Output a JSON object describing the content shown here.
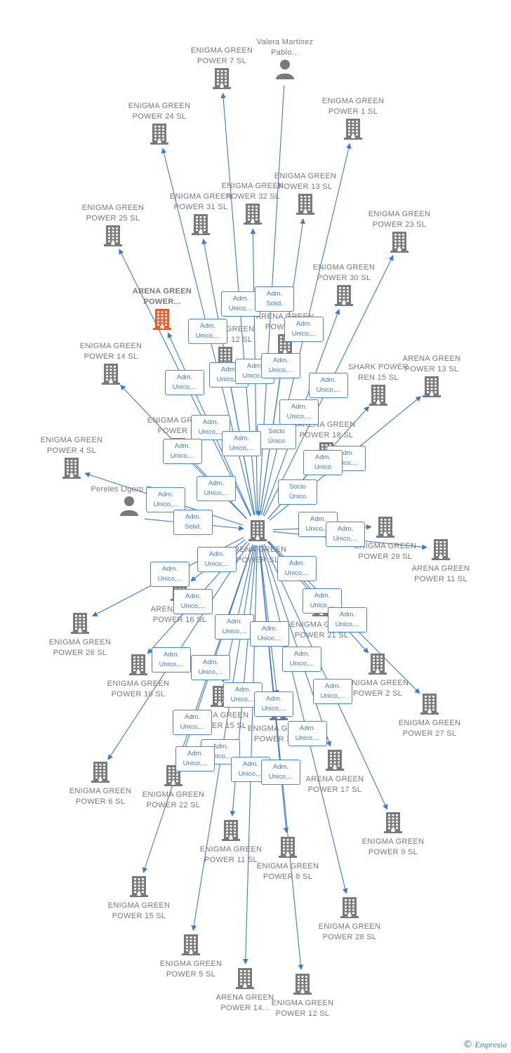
{
  "colors": {
    "edge": "#3a7bd5",
    "building": "#7a7a7a",
    "focus": "#f05a2a",
    "person": "#7a7a7a"
  },
  "center": {
    "label": "ARENA GREEN POWER SL"
  },
  "nodes": [
    {
      "id": "n1",
      "label": "ENIGMA GREEN POWER 7  SL",
      "type": "company"
    },
    {
      "id": "n2",
      "label": "Valera Martinez Pablo...",
      "type": "person"
    },
    {
      "id": "n3",
      "label": "ENIGMA GREEN POWER 24  SL",
      "type": "company"
    },
    {
      "id": "n4",
      "label": "ENIGMA GREEN POWER 1  SL",
      "type": "company"
    },
    {
      "id": "n5",
      "label": "ENIGMA GREEN POWER 31  SL",
      "type": "company"
    },
    {
      "id": "n6",
      "label": "ENIGMA GREEN POWER 32  SL",
      "type": "company"
    },
    {
      "id": "n7",
      "label": "ENIGMA GREEN POWER 13  SL",
      "type": "company"
    },
    {
      "id": "n8",
      "label": "ENIGMA GREEN POWER 25  SL",
      "type": "company"
    },
    {
      "id": "n9",
      "label": "ENIGMA GREEN POWER 23  SL",
      "type": "company"
    },
    {
      "id": "n10",
      "label": "ENIGMA GREEN POWER 30  SL",
      "type": "company"
    },
    {
      "id": "n11",
      "label": "ARENA GREEN POWER...",
      "type": "focus"
    },
    {
      "id": "n12",
      "label": "ARENA GREEN POWER 12  SL",
      "type": "company"
    },
    {
      "id": "n13",
      "label": "ARENA GREEN POWER ...",
      "type": "company"
    },
    {
      "id": "n14",
      "label": "ENIGMA GREEN POWER 14  SL",
      "type": "company"
    },
    {
      "id": "n15",
      "label": "SHARK POWER REN 15  SL",
      "type": "company"
    },
    {
      "id": "n16",
      "label": "ARENA GREEN POWER 13  SL",
      "type": "company"
    },
    {
      "id": "n17",
      "label": "ENIGMA GREEN POWER 33",
      "type": "company"
    },
    {
      "id": "n18",
      "label": "ARENA GREEN POWER 18  SL",
      "type": "company"
    },
    {
      "id": "n19",
      "label": "ENIGMA GREEN POWER 4  SL",
      "type": "company"
    },
    {
      "id": "n20",
      "label": "Pereles Ligero Oscar",
      "type": "person"
    },
    {
      "id": "n21",
      "label": "ENIGMA GREEN POWER 29  SL",
      "type": "company"
    },
    {
      "id": "n22",
      "label": "ARENA GREEN POWER 11  SL",
      "type": "company"
    },
    {
      "id": "n23",
      "label": "ENIGMA GREEN POWER 26  SL",
      "type": "company"
    },
    {
      "id": "n24",
      "label": "ARENA GREEN POWER 16  SL",
      "type": "company"
    },
    {
      "id": "n25",
      "label": "ENIGMA GREEN POWER 21  SL",
      "type": "company"
    },
    {
      "id": "n26",
      "label": "ENIGMA GREEN POWER 10  SL",
      "type": "company"
    },
    {
      "id": "n27",
      "label": "ENIGMA GREEN POWER 2  SL",
      "type": "company"
    },
    {
      "id": "n28",
      "label": "ENIGMA GREEN POWER 27  SL",
      "type": "company"
    },
    {
      "id": "n29",
      "label": "ARENA GREEN POWER 15  SL",
      "type": "company"
    },
    {
      "id": "n30",
      "label": "ENIGMA GREEN POWER 3  SL",
      "type": "company"
    },
    {
      "id": "n31",
      "label": "ENIGMA GREEN POWER 6  SL",
      "type": "company"
    },
    {
      "id": "n32",
      "label": "ENIGMA GREEN POWER 22  SL",
      "type": "company"
    },
    {
      "id": "n33",
      "label": "ARENA GREEN POWER 17  SL",
      "type": "company"
    },
    {
      "id": "n34",
      "label": "ENIGMA GREEN POWER 11  SL",
      "type": "company"
    },
    {
      "id": "n35",
      "label": "ENIGMA GREEN POWER 8  SL",
      "type": "company"
    },
    {
      "id": "n36",
      "label": "ENIGMA GREEN POWER 9  SL",
      "type": "company"
    },
    {
      "id": "n37",
      "label": "ENIGMA GREEN POWER 15  SL",
      "type": "company"
    },
    {
      "id": "n38",
      "label": "ENIGMA GREEN POWER 28  SL",
      "type": "company"
    },
    {
      "id": "n39",
      "label": "ENIGMA GREEN POWER 5  SL",
      "type": "company"
    },
    {
      "id": "n40",
      "label": "ARENA GREEN POWER 14...",
      "type": "company"
    },
    {
      "id": "n41",
      "label": "ENIGMA GREEN POWER 12  SL",
      "type": "company"
    }
  ],
  "badges": [
    {
      "id": "b1",
      "text": "Adm. Unico,..."
    },
    {
      "id": "b2",
      "text": "Adm. Solid."
    },
    {
      "id": "b3",
      "text": "Adm. Unico,..."
    },
    {
      "id": "b4",
      "text": "Adm. Unico,..."
    },
    {
      "id": "b5",
      "text": "Adm. Unico,..."
    },
    {
      "id": "b6",
      "text": "Adm. Unico,..."
    },
    {
      "id": "b7",
      "text": "Adm. Unico,..."
    },
    {
      "id": "b8",
      "text": "Adm. Unico,..."
    },
    {
      "id": "b9",
      "text": "Adm. Unico,..."
    },
    {
      "id": "b10",
      "text": "Adm. Unico,..."
    },
    {
      "id": "b11",
      "text": "Adm. Unico,..."
    },
    {
      "id": "b12",
      "text": "Adm. Unico,..."
    },
    {
      "id": "b13",
      "text": "Socio Único"
    },
    {
      "id": "b14",
      "text": "Adm. Unico,..."
    },
    {
      "id": "b15",
      "text": "Adm. Unico,..."
    },
    {
      "id": "b16",
      "text": "Adm. Unico"
    },
    {
      "id": "b17",
      "text": "Adm. Unico,..."
    },
    {
      "id": "b18",
      "text": "Socio Único"
    },
    {
      "id": "b19",
      "text": "Adm. Unico,..."
    },
    {
      "id": "b20",
      "text": "Adm. Solid."
    },
    {
      "id": "b21",
      "text": "Adm. Unico,..."
    },
    {
      "id": "b22",
      "text": "Adm. Unico,..."
    },
    {
      "id": "b23",
      "text": "Adm. Unico,..."
    },
    {
      "id": "b24",
      "text": "Adm. Unico,..."
    },
    {
      "id": "b25",
      "text": "Adm. Unico,..."
    },
    {
      "id": "b26",
      "text": "Adm. Unico,..."
    },
    {
      "id": "b27",
      "text": "Adm. Unico,..."
    },
    {
      "id": "b28",
      "text": "Adm. Unico,..."
    },
    {
      "id": "b29",
      "text": "Adm. Unico,..."
    },
    {
      "id": "b30",
      "text": "Adm. Unico,..."
    },
    {
      "id": "b31",
      "text": "Adm. Unico,..."
    },
    {
      "id": "b32",
      "text": "Adm. Unico,..."
    },
    {
      "id": "b33",
      "text": "Adm. Unico,..."
    },
    {
      "id": "b34",
      "text": "Adm. Unico,..."
    },
    {
      "id": "b35",
      "text": "Adm. Unico,..."
    },
    {
      "id": "b36",
      "text": "Adm. Unico,..."
    },
    {
      "id": "b37",
      "text": "Adm. Unico,..."
    },
    {
      "id": "b38",
      "text": "Adm. Unico,..."
    },
    {
      "id": "b39",
      "text": "Adm. Unico,..."
    },
    {
      "id": "b40",
      "text": "Adm. Unico,..."
    },
    {
      "id": "b41",
      "text": "Adm. Unico,..."
    },
    {
      "id": "b42",
      "text": "Adm. Unico,..."
    }
  ],
  "brand": {
    "copyright": "©",
    "name": "Empresia"
  }
}
